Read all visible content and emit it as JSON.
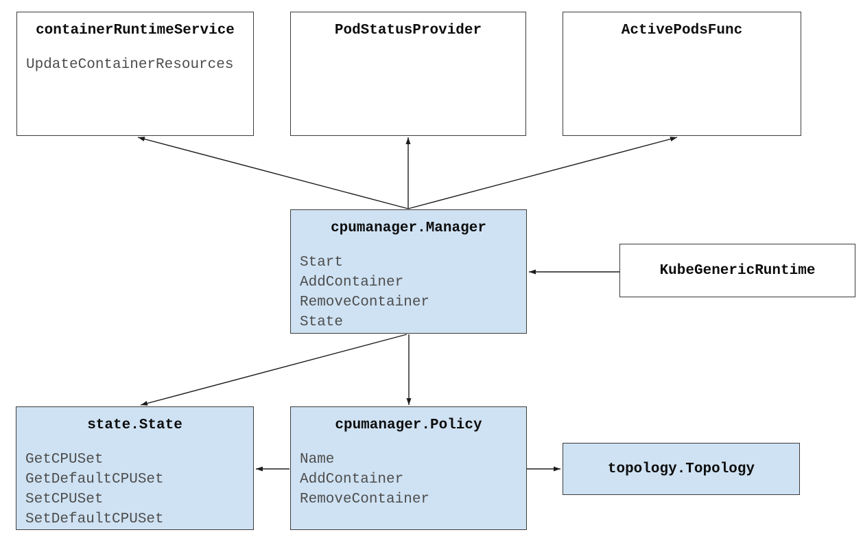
{
  "colors": {
    "highlight_fill": "#cfe2f3",
    "plain_fill": "#ffffff",
    "box_border": "#3b3b3b",
    "title_text": "#0d0d0d",
    "method_text": "#4d4d4d",
    "arrow": "#1c1c1c",
    "background": "#ffffff"
  },
  "boxes": {
    "container_runtime_service": {
      "title": "containerRuntimeService",
      "methods": [
        "UpdateContainerResources"
      ]
    },
    "pod_status_provider": {
      "title": "PodStatusProvider",
      "methods": []
    },
    "active_pods_func": {
      "title": "ActivePodsFunc",
      "methods": []
    },
    "cpumanager_manager": {
      "title": "cpumanager.Manager",
      "methods": [
        "Start",
        "AddContainer",
        "RemoveContainer",
        "State"
      ]
    },
    "kube_generic_runtime": {
      "title": "KubeGenericRuntime",
      "methods": []
    },
    "state_state": {
      "title": "state.State",
      "methods": [
        "GetCPUSet",
        "GetDefaultCPUSet",
        "SetCPUSet",
        "SetDefaultCPUSet"
      ]
    },
    "cpumanager_policy": {
      "title": "cpumanager.Policy",
      "methods": [
        "Name",
        "AddContainer",
        "RemoveContainer"
      ]
    },
    "topology_topology": {
      "title": "topology.Topology",
      "methods": []
    }
  },
  "edges": [
    {
      "from": "cpumanager.Manager",
      "to": "containerRuntimeService"
    },
    {
      "from": "cpumanager.Manager",
      "to": "PodStatusProvider"
    },
    {
      "from": "cpumanager.Manager",
      "to": "ActivePodsFunc"
    },
    {
      "from": "KubeGenericRuntime",
      "to": "cpumanager.Manager"
    },
    {
      "from": "cpumanager.Manager",
      "to": "state.State"
    },
    {
      "from": "cpumanager.Manager",
      "to": "cpumanager.Policy"
    },
    {
      "from": "cpumanager.Policy",
      "to": "state.State"
    },
    {
      "from": "cpumanager.Policy",
      "to": "topology.Topology"
    }
  ]
}
